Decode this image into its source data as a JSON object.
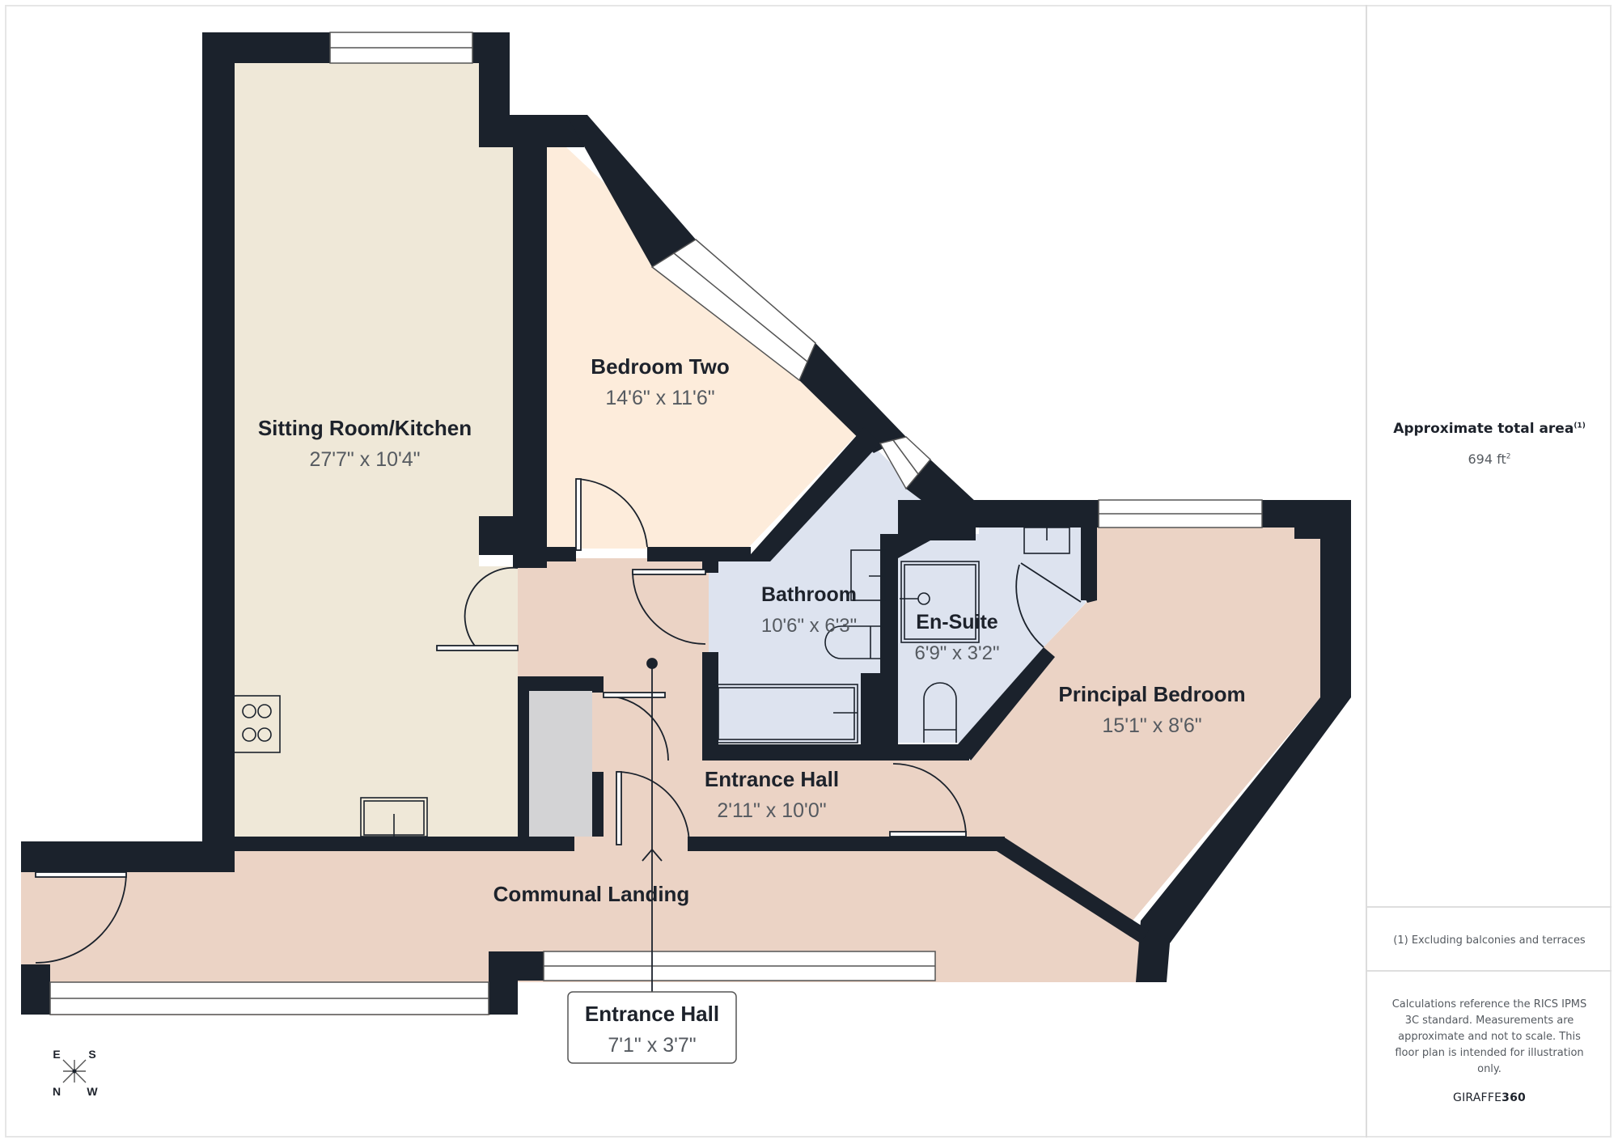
{
  "floor_plan": {
    "rooms": [
      {
        "id": "sitting",
        "name": "Sitting Room/Kitchen",
        "dimensions": "27'7\" x 10'4\"",
        "fill": "#efe8d8"
      },
      {
        "id": "bedroom2",
        "name": "Bedroom Two",
        "dimensions": "14'6\" x 11'6\"",
        "fill": "#fdecdb"
      },
      {
        "id": "bathroom",
        "name": "Bathroom",
        "dimensions": "10'6\" x 6'3\"",
        "fill": "#dde3ef"
      },
      {
        "id": "ensuite",
        "name": "En-Suite",
        "dimensions": "6'9\" x 3'2\"",
        "fill": "#dde3ef"
      },
      {
        "id": "principal",
        "name": "Principal Bedroom",
        "dimensions": "15'1\" x 8'6\"",
        "fill": "#ebd3c5"
      },
      {
        "id": "hall",
        "name": "Entrance Hall",
        "dimensions": "2'11\" x 10'0\"",
        "fill": "#ebd3c5"
      },
      {
        "id": "landing",
        "name": "Communal Landing",
        "dimensions": "",
        "fill": "#ebd3c5"
      },
      {
        "id": "hall_callout",
        "name": "Entrance Hall",
        "dimensions": "7'1\" x 3'7\"",
        "fill": "#ffffff"
      }
    ],
    "cupboard_fill": "#d3d3d5",
    "wall_color": "#1b222c",
    "compass": {
      "top_left": "E",
      "top_right": "S",
      "bottom_left": "N",
      "bottom_right": "W"
    }
  },
  "sidebar": {
    "area_title": "Approximate total area",
    "area_title_note": "(1)",
    "area_value": "694 ft",
    "area_unit_sup": "2",
    "footnote": "(1) Excluding balconies and terraces",
    "disclaimer": "Calculations reference the RICS IPMS 3C standard. Measurements are approximate and not to scale. This floor plan is intended for illustration only.",
    "brand_light": "GIRAFFE",
    "brand_bold": "360"
  }
}
